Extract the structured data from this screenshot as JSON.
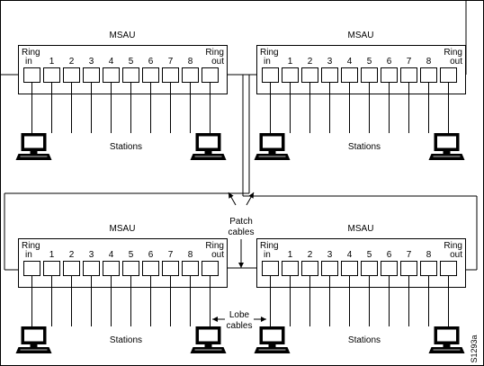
{
  "diagram": {
    "msau_label": "MSAU",
    "ring_in_label": [
      "Ring",
      "in"
    ],
    "ring_out_label": [
      "Ring",
      "out"
    ],
    "port_numbers": [
      "1",
      "2",
      "3",
      "4",
      "5",
      "6",
      "7",
      "8"
    ],
    "stations_label": "Stations",
    "patch_cables_label": [
      "Patch",
      "cables"
    ],
    "lobe_cables_label": [
      "Lobe",
      "cables"
    ],
    "figure_id": "S1293a"
  }
}
